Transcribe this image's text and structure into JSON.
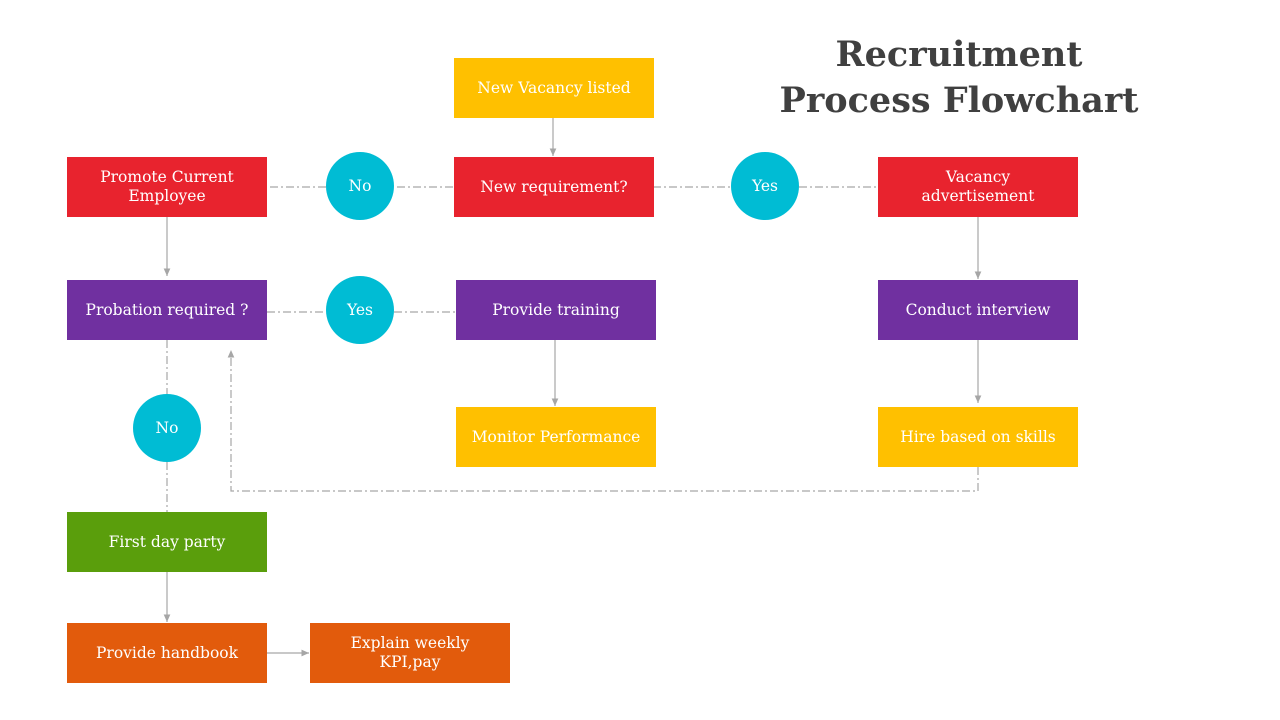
{
  "title": {
    "line1": "Recruitment",
    "line2": "Process Flowchart"
  },
  "nodes": {
    "new_vacancy": "New Vacancy listed",
    "new_requirement": "New requirement?",
    "promote_employee": "Promote Current Employee",
    "vacancy_advertisement": "Vacancy advertisement",
    "probation_required": "Probation required ?",
    "provide_training": "Provide training",
    "conduct_interview": "Conduct interview",
    "monitor_performance": "Monitor Performance",
    "hire_skills": "Hire based on skills",
    "first_day_party": "First day party",
    "provide_handbook": "Provide handbook",
    "explain_kpi": "Explain weekly KPI,pay"
  },
  "decisions": {
    "no_requirement": "No",
    "yes_requirement": "Yes",
    "yes_probation": "Yes",
    "no_probation": "No"
  },
  "colors": {
    "yellow": "#ffc000",
    "red": "#e8232e",
    "purple": "#7030a0",
    "cyan": "#00bcd4",
    "green": "#5a9e0c",
    "orange": "#e25b0c",
    "connector": "#a6a6a6",
    "title": "#404040"
  }
}
